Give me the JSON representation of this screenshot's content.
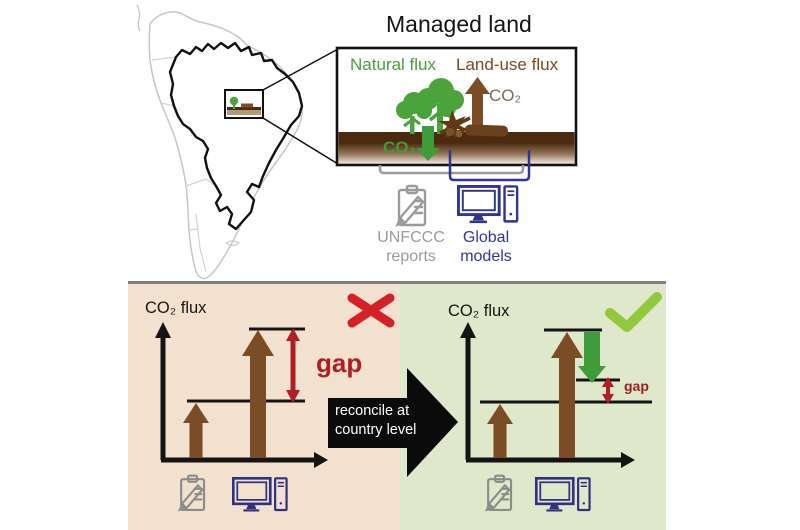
{
  "figure": {
    "top": {
      "title": "Managed land",
      "inset": {
        "natural_flux_label": "Natural flux",
        "land_use_flux_label": "Land-use flux",
        "co2_emission_label": "CO₂",
        "co2_uptake_label": "CO₂"
      },
      "sources": {
        "unfccc": {
          "line1": "UNFCCC",
          "line2": "reports",
          "icon": "clipboard-pencil-icon",
          "color": "#9b9b9b"
        },
        "global_models": {
          "line1": "Global",
          "line2": "models",
          "icon": "desktop-computer-icon",
          "color": "#31379a"
        }
      }
    },
    "bottom": {
      "before_panel": {
        "axis_label": "CO₂ flux",
        "gap_label": "gap",
        "status_icon": "cross-icon",
        "bg_color": "#f3e1d0"
      },
      "after_panel": {
        "axis_label": "CO₂ flux",
        "gap_label": "gap",
        "status_icon": "check-icon",
        "bg_color": "#e0e8cc"
      },
      "transition": {
        "line1": "reconcile at",
        "line2": "country level"
      }
    },
    "colors": {
      "flux_arrow_brown": "#7a4d26",
      "natural_flux_green": "#3f9c3a",
      "land_use_flux_brown": "#7a4a1f",
      "gap_red": "#b01e23",
      "cross_red": "#d42027",
      "check_green": "#92c83d",
      "soil_brown": "#4a2b0f",
      "tree_green": "#4aa33b",
      "models_navy": "#30358f",
      "reports_gray": "#9b9b9b"
    }
  }
}
